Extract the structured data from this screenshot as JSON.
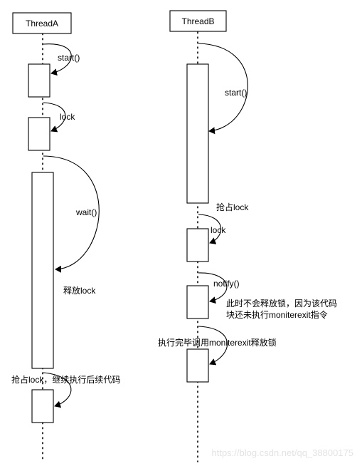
{
  "threads": {
    "a": "ThreadA",
    "b": "ThreadB"
  },
  "labels": {
    "a_start": "start()",
    "a_lock": "lock",
    "a_wait": "wait()",
    "a_release": "释放lock",
    "a_grab_continue": "抢占lock，继续执行后续代码",
    "b_start": "start()",
    "b_grab": "抢占lock",
    "b_lock": "lock",
    "b_notify": "notify()",
    "b_note_line1": "此时不会释放锁，因为该代码",
    "b_note_line2": "块还未执行moniterexit指令",
    "b_exit": "执行完毕调用moniterexit释放锁"
  },
  "watermark": "https://blog.csdn.net/qq_38800175"
}
